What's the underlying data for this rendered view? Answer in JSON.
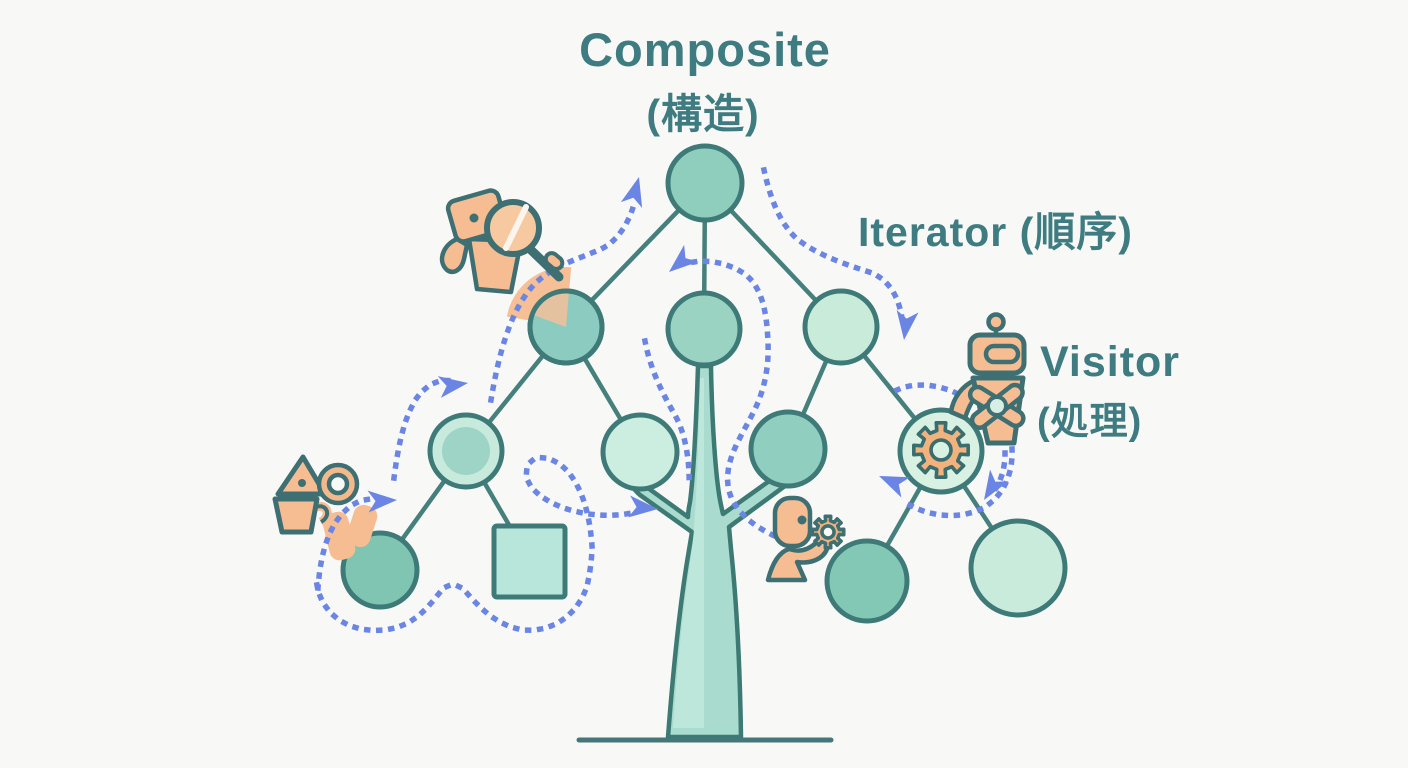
{
  "title": {
    "pattern_en": "Composite",
    "pattern_jp": "(構造)"
  },
  "labels": {
    "iterator": "Iterator (順序)",
    "visitor_en": "Visitor",
    "visitor_jp": "(処理)"
  },
  "patterns": [
    {
      "name": "Composite",
      "jp": "構造"
    },
    {
      "name": "Iterator",
      "jp": "順序"
    },
    {
      "name": "Visitor",
      "jp": "処理"
    }
  ],
  "diagram": {
    "type": "tree-illustration",
    "node_count": 12,
    "nodes": [
      {
        "id": "root",
        "shape": "circle",
        "tone": "medium"
      },
      {
        "id": "l2-left",
        "shape": "circle",
        "tone": "medium",
        "highlight": "orange-arc"
      },
      {
        "id": "l2-center",
        "shape": "circle",
        "tone": "medium"
      },
      {
        "id": "l2-right",
        "shape": "circle",
        "tone": "light"
      },
      {
        "id": "l3-concentric",
        "shape": "double-circle",
        "tone": "light"
      },
      {
        "id": "l3-trunk-left",
        "shape": "circle",
        "tone": "light"
      },
      {
        "id": "l3-trunk-right",
        "shape": "circle",
        "tone": "medium"
      },
      {
        "id": "l4-left",
        "shape": "circle",
        "tone": "dark"
      },
      {
        "id": "l4-square",
        "shape": "square",
        "tone": "light"
      },
      {
        "id": "gear-node",
        "shape": "circle",
        "tone": "lightest",
        "content": "gear"
      },
      {
        "id": "l5-left",
        "shape": "circle",
        "tone": "dark"
      },
      {
        "id": "l5-right",
        "shape": "circle",
        "tone": "light"
      }
    ],
    "edges": [
      [
        "root",
        "l2-left"
      ],
      [
        "root",
        "l2-center"
      ],
      [
        "root",
        "l2-right"
      ],
      [
        "l2-left",
        "l3-concentric"
      ],
      [
        "l2-left",
        "l3-trunk-left"
      ],
      [
        "l3-concentric",
        "l4-left"
      ],
      [
        "l3-concentric",
        "l4-square"
      ],
      [
        "l2-right",
        "l3-trunk-right"
      ],
      [
        "l2-right",
        "gear-node"
      ],
      [
        "gear-node",
        "l5-left"
      ],
      [
        "gear-node",
        "l5-right"
      ]
    ],
    "traversal_path": "dotted blue route with arrows winding through the tree",
    "icons": [
      "explorer-magnifier-icon",
      "shapes-visitor-icon",
      "worker-gear-icon",
      "robot-icon",
      "gear-icon"
    ]
  },
  "colors": {
    "background": "#f8f9f6",
    "text_teal": "#3e7c81",
    "node_stroke": "#3e7a78",
    "node_medium": "#8fcdbd",
    "node_light": "#c8ecd9",
    "node_dark": "#7fc5b2",
    "trunk": "#a9dcce",
    "path_blue": "#6b85e4",
    "icon_orange": "#f6bd93",
    "icon_outline": "#3e6f72"
  }
}
